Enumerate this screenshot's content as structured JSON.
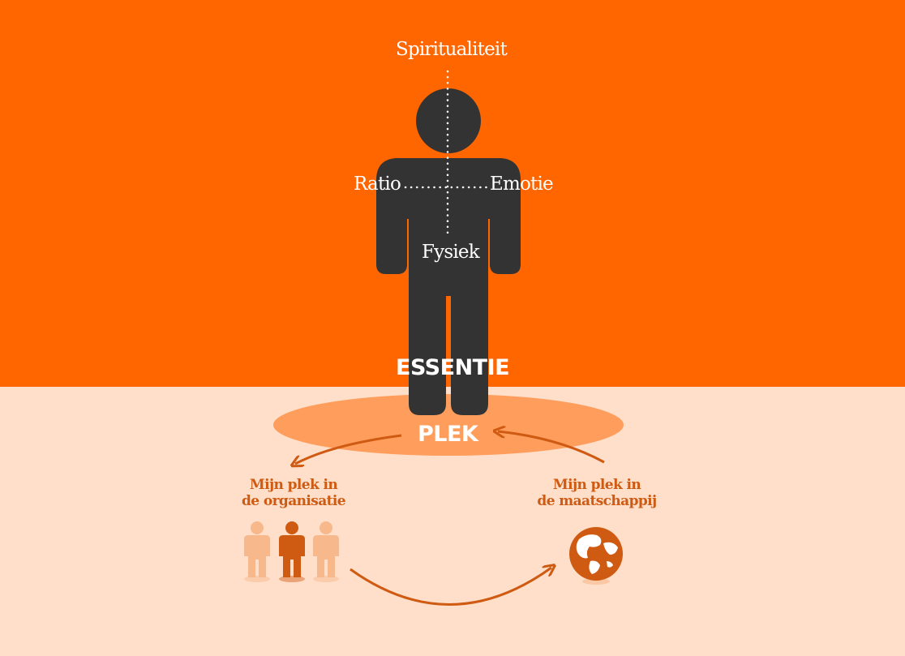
{
  "colors": {
    "orange": "#ff6600",
    "peach": "#ffdfca",
    "dark": "#333333",
    "ellipse": "#ff9e5c",
    "accent": "#cf5a12",
    "light_person": "#f7b98c"
  },
  "labels": {
    "spiritualiteit": "Spiritualiteit",
    "ratio": "Ratio",
    "emotie": "Emotie",
    "fysiek": "Fysiek",
    "essentie": "ESSENTIE",
    "plek": "PLEK"
  },
  "organisatie": {
    "line1": "Mijn plek in",
    "line2": "de organisatie",
    "icon": "people-group-icon"
  },
  "maatschappij": {
    "line1": "Mijn plek in",
    "line2": "de maatschappij",
    "icon": "globe-icon"
  }
}
